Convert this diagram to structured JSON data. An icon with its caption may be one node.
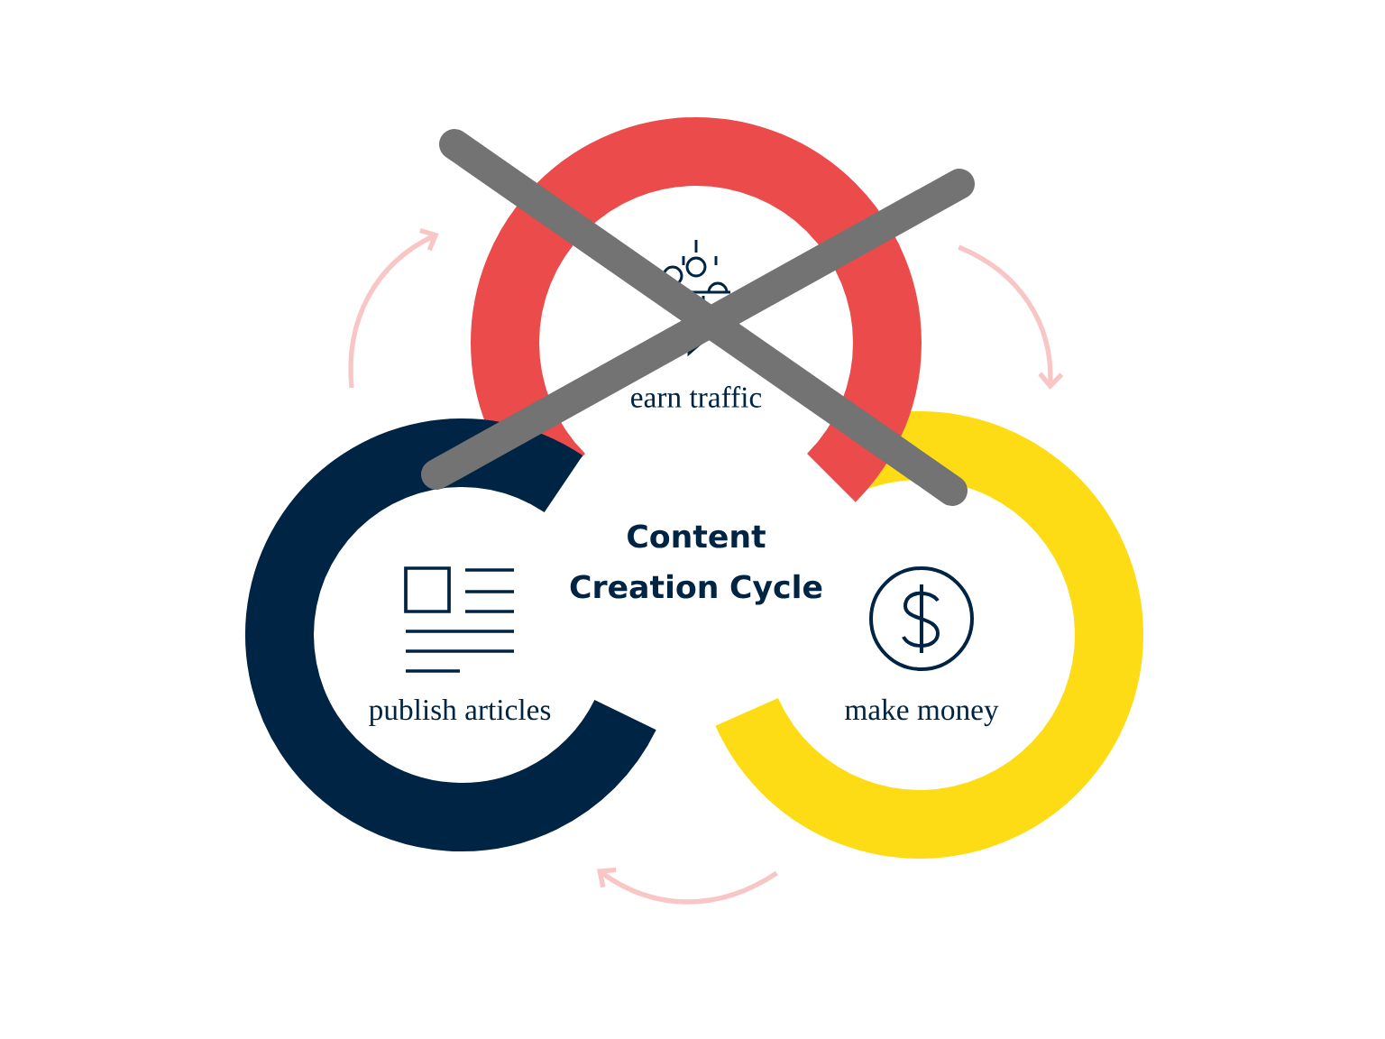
{
  "diagram": {
    "title": "Content Creation Cycle",
    "nodes": [
      {
        "text": [
          "earn traffic"
        ]
      },
      {
        "text": [
          "make money"
        ]
      },
      {
        "text": [
          "publish articles"
        ]
      }
    ],
    "edges": [
      {
        "from": 2,
        "to": 0,
        "arrow": "to"
      },
      {
        "from": 0,
        "to": 1,
        "arrow": "to"
      },
      {
        "from": 1,
        "to": 2,
        "arrow": "to"
      }
    ]
  }
}
